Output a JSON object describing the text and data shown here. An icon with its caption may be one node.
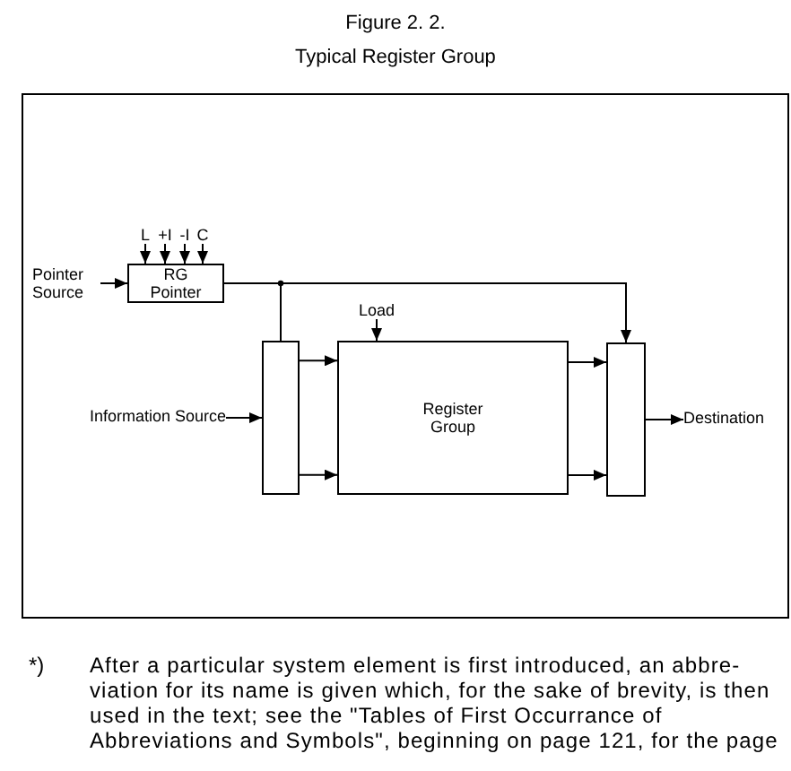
{
  "diagram": {
    "title": "Typical Register Group",
    "nodes": [
      {
        "text": [
          "L"
        ]
      },
      {
        "text": [
          "+I"
        ]
      },
      {
        "text": [
          "-I"
        ]
      },
      {
        "text": [
          "C"
        ]
      },
      {
        "text": [
          "Pointer Source"
        ]
      },
      {
        "text": [
          "RG Pointer"
        ]
      },
      {
        "text": [],
        "shape": "box"
      },
      {
        "text": [
          "Load"
        ]
      },
      {
        "text": [
          "Information Source"
        ]
      },
      {
        "text": [
          "Register Group"
        ]
      },
      {
        "text": [],
        "shape": "box"
      },
      {
        "text": [
          "Destination"
        ]
      }
    ],
    "edges": [
      {
        "from": 0,
        "to": 5,
        "arrow": "to"
      },
      {
        "from": 1,
        "to": 5,
        "arrow": "to"
      },
      {
        "from": 2,
        "to": 5,
        "arrow": "to"
      },
      {
        "from": 3,
        "to": 5,
        "arrow": "to"
      },
      {
        "from": 4,
        "to": 5,
        "arrow": "to"
      },
      {
        "from": 5,
        "to": 6,
        "arrow": "none"
      },
      {
        "from": 5,
        "to": 10,
        "arrow": "to"
      },
      {
        "from": 8,
        "to": 6,
        "arrow": "to"
      },
      {
        "from": 6,
        "to": 9,
        "arrow": "to"
      },
      {
        "from": 6,
        "to": 9,
        "arrow": "to"
      },
      {
        "from": 7,
        "to": 9,
        "arrow": "to"
      },
      {
        "from": 9,
        "to": 10,
        "arrow": "to"
      },
      {
        "from": 9,
        "to": 10,
        "arrow": "to"
      },
      {
        "from": 10,
        "to": 11,
        "arrow": "to"
      }
    ],
    "labels": [
      "Figure 2. 2.",
      "*)",
      "After a particular system element is first introduced, an abbre-viation for its name is given which, for the sake of brevity, is then used in the text; see the \"Tables of First Occurrance of Abbreviations and Symbols\", beginning on page 121, for the page"
    ]
  }
}
